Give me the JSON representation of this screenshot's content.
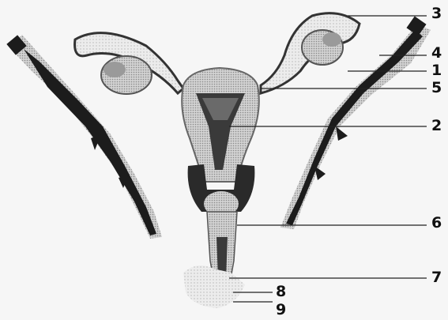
{
  "labels": {
    "l1": "1",
    "l2": "2",
    "l3": "3",
    "l4": "4",
    "l5": "5",
    "l6": "6",
    "l7": "7",
    "l8": "8",
    "l9": "9"
  },
  "colors": {
    "background": "#f6f6f6",
    "dark": "#1c1c1c",
    "mid": "#7a7a7a",
    "light": "#c9c9c9"
  }
}
